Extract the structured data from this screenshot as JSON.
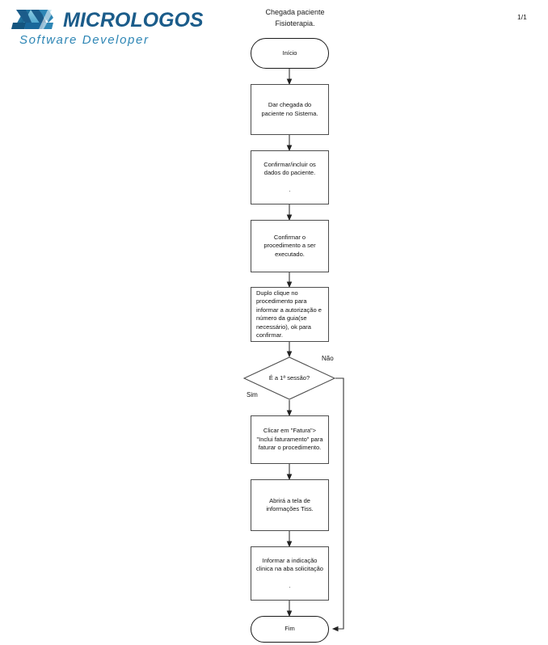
{
  "header": {
    "brand_name": "MICROLOGOS",
    "brand_tagline": "Software Developer",
    "logo_icon": "micrologos-m-mark-icon",
    "title_line1": "Chegada paciente",
    "title_line2": "Fisioterapia.",
    "page_indicator": "1/1"
  },
  "colors": {
    "brand_dark_blue": "#1b5c8a",
    "brand_mid_blue": "#2e86b5",
    "brand_light_blue": "#7fc3dd",
    "node_border": "#4d4d4d",
    "terminator_border": "#1a1a1a",
    "connector": "#333333",
    "text": "#111111",
    "background": "#ffffff"
  },
  "flowchart": {
    "type": "flowchart",
    "orientation": "top-to-bottom",
    "nodes": [
      {
        "id": "start",
        "shape": "terminator",
        "label": "Início"
      },
      {
        "id": "chegada",
        "shape": "process",
        "label": "Dar chegada do\npaciente no Sistema."
      },
      {
        "id": "dados",
        "shape": "process",
        "label": "Confirmar/incluir os\ndados do paciente.\n\n."
      },
      {
        "id": "procedimento",
        "shape": "process",
        "label": "Confirmar o\nprocedimento a ser\nexecutado."
      },
      {
        "id": "duplo-clique",
        "shape": "process",
        "align": "left",
        "label": "Duplo clique no\nprocedimento para\ninformar a autorização e\nnúmero da guia(se\nnecessário), ok para\nconfirmar."
      },
      {
        "id": "decisao-sessao",
        "shape": "decision",
        "label": "É a 1ª sessão?"
      },
      {
        "id": "fatura",
        "shape": "process",
        "label": "Clicar em \"Fatura\">\n\"Inclui faturamento\" para\nfaturar o procedimento."
      },
      {
        "id": "tela-tiss",
        "shape": "process",
        "label": "Abrirá a tela de\ninformações Tiss."
      },
      {
        "id": "indicacao",
        "shape": "process",
        "label": "Informar a indicação\nclinica na aba solicitação\n\n."
      },
      {
        "id": "end",
        "shape": "terminator",
        "label": "Fim"
      }
    ],
    "branch_labels": {
      "yes": "Sim",
      "no": "Não"
    },
    "edges": [
      {
        "from": "start",
        "to": "chegada",
        "label": ""
      },
      {
        "from": "chegada",
        "to": "dados",
        "label": ""
      },
      {
        "from": "dados",
        "to": "procedimento",
        "label": ""
      },
      {
        "from": "procedimento",
        "to": "duplo-clique",
        "label": ""
      },
      {
        "from": "duplo-clique",
        "to": "decisao-sessao",
        "label": ""
      },
      {
        "from": "decisao-sessao",
        "to": "fatura",
        "label": "Sim"
      },
      {
        "from": "decisao-sessao",
        "to": "end",
        "label": "Não"
      },
      {
        "from": "fatura",
        "to": "tela-tiss",
        "label": ""
      },
      {
        "from": "tela-tiss",
        "to": "indicacao",
        "label": ""
      },
      {
        "from": "indicacao",
        "to": "end",
        "label": ""
      }
    ]
  }
}
